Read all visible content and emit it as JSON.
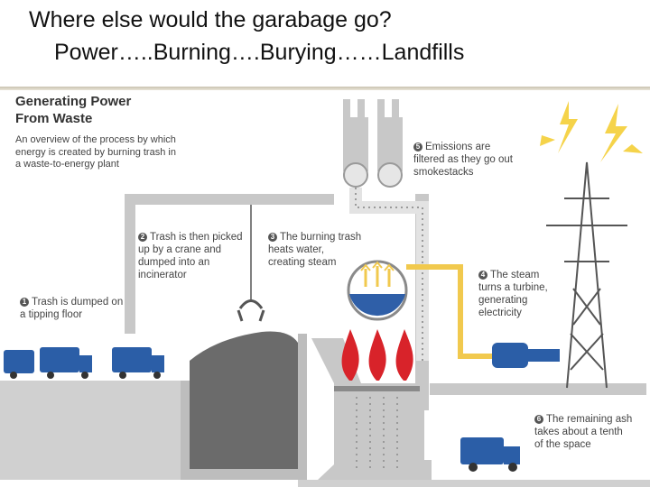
{
  "slide": {
    "title_line1": "Where else would the garabage go?",
    "title_line2": "Power…..Burning….Burying……Landfills"
  },
  "diagram": {
    "heading_line1": "Generating Power",
    "heading_line2": "From Waste",
    "intro": "An overview of the process by which energy is created by burning trash in a waste-to-energy plant",
    "steps": [
      {
        "num": "1",
        "text": "Trash is dumped on a tipping floor"
      },
      {
        "num": "2",
        "text": "Trash is then picked up by a crane and dumped into an incinerator"
      },
      {
        "num": "3",
        "text": "The burning trash heats water, creating steam"
      },
      {
        "num": "4",
        "text": "The steam turns a turbine, generating electricity"
      },
      {
        "num": "5",
        "text": "Emissions are filtered as they go out smokestacks"
      },
      {
        "num": "6",
        "text": "The remaining ash takes about a tenth of the space"
      }
    ],
    "colors": {
      "building": "#c8c8c8",
      "ground": "#d0d0d0",
      "trash_pile": "#6b6b6b",
      "truck": "#2b5ea7",
      "flame": "#d8232a",
      "steam_pipe": "#f1c94e",
      "water": "#2f5fa8",
      "lightning": "#f5d34a"
    }
  }
}
